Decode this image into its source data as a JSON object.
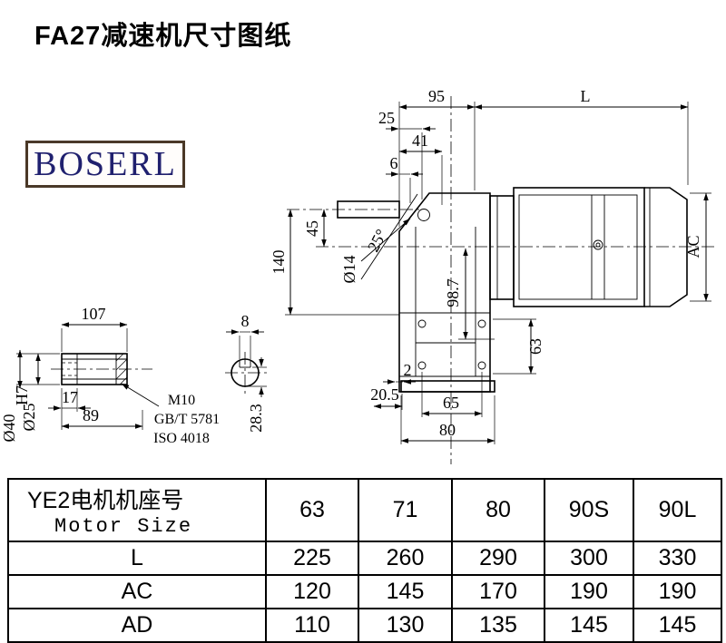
{
  "title": "FA27减速机尺寸图纸",
  "logo_text": "BOSERL",
  "drawing": {
    "d95": "95",
    "dL": "L",
    "d25": "25",
    "d41": "41",
    "d6": "6",
    "d45": "45",
    "d140": "140",
    "dia14": "Ø14",
    "angle25": "25°",
    "d98_7": "98.7",
    "dAC": "AC",
    "d63": "63",
    "d2": "2",
    "d20_5": "20.5",
    "d65": "65",
    "d80": "80",
    "d107": "107",
    "d17": "17",
    "d89": "89",
    "m10": "M10",
    "gbt5781": "GB/T 5781",
    "iso4018": "ISO 4018",
    "dia40": "Ø40",
    "dia25": "Ø25",
    "dia25_tol": "H7",
    "d8": "8",
    "d28_3": "28.3"
  },
  "table": {
    "header_cn": "YE2电机机座号",
    "header_en": "Motor Size",
    "motor_sizes": [
      "63",
      "71",
      "80",
      "90S",
      "90L"
    ],
    "rows": [
      {
        "label": "L",
        "values": [
          "225",
          "260",
          "290",
          "300",
          "330"
        ]
      },
      {
        "label": "AC",
        "values": [
          "120",
          "145",
          "170",
          "190",
          "190"
        ]
      },
      {
        "label": "AD",
        "values": [
          "110",
          "130",
          "135",
          "145",
          "145"
        ]
      }
    ]
  }
}
